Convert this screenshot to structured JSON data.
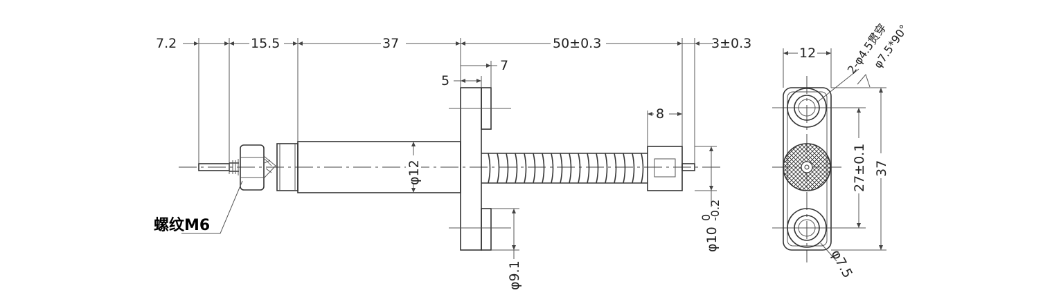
{
  "dimensions": {
    "d_7_2": "7.2",
    "d_15_5": "15.5",
    "d_37": "37",
    "d_50": "50±0.3",
    "d_3": "3±0.3",
    "d_7": "7",
    "d_5": "5",
    "d_8": "8",
    "phi12": "φ12",
    "phi10": "φ10",
    "phi10_upper": "0",
    "phi10_lower": "-0.2",
    "phi9_1": "φ9.1",
    "thread": "螺纹M6",
    "end_width": "12",
    "holes_note_1": "2-φ4.5贯穿",
    "holes_note_2": "φ7.5*90°",
    "hole_spacing": "27±0.1",
    "end_height": "37",
    "phi7_5": "φ7.5"
  }
}
